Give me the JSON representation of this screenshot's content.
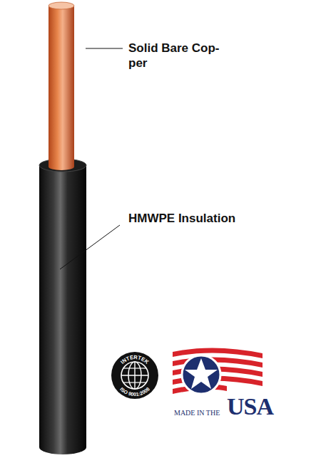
{
  "diagram": {
    "labels": [
      "Solid Bare Cop- per",
      "HMWPE Insulation",
      "INTERTEK",
      "ISO 9001:2008",
      "MADE IN THE",
      "USA"
    ]
  }
}
